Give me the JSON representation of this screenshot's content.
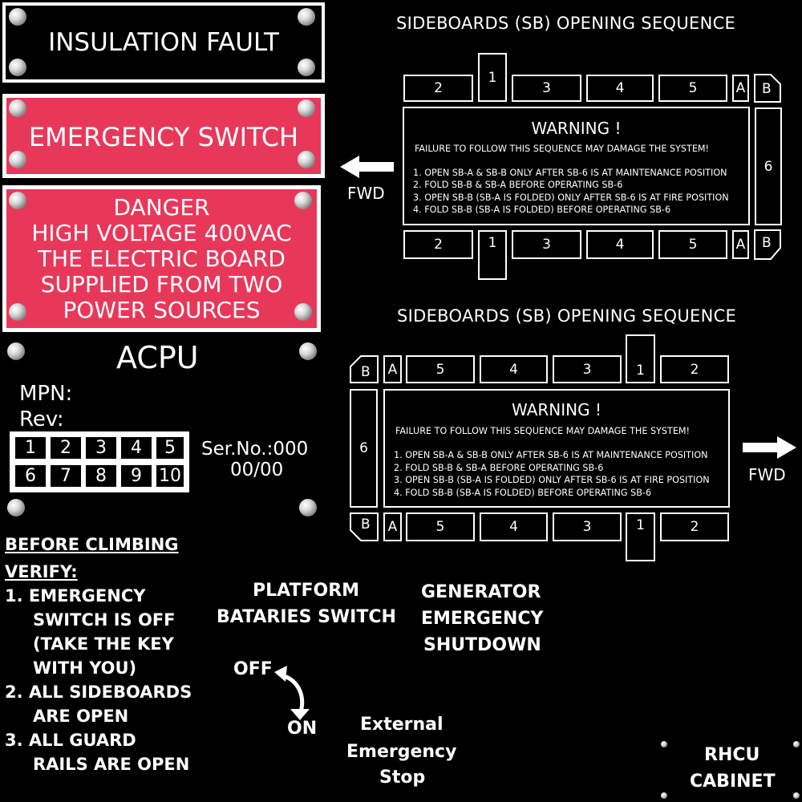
{
  "plates": {
    "insulation": "INSULATION FAULT",
    "emergency_switch": "EMERGENCY SWITCH",
    "danger_lines": [
      "DANGER",
      "HIGH VOLTAGE 400VAC",
      "THE ELECTRIC BOARD",
      "SUPPLIED FROM TWO",
      "POWER SOURCES"
    ]
  },
  "acpu": {
    "title": "ACPU",
    "mpn": "MPN:",
    "rev": "Rev:",
    "rev_cells": [
      "1",
      "2",
      "3",
      "4",
      "5",
      "6",
      "7",
      "8",
      "9",
      "10"
    ],
    "serial_line1": "Ser.No.:000",
    "serial_line2": "00/00"
  },
  "diagram_top": {
    "title": "SIDEBOARDS (SB) OPENING SEQUENCE",
    "top_row": [
      "2",
      "1",
      "3",
      "4",
      "5",
      "A",
      "B"
    ],
    "bottom_row": [
      "2",
      "1",
      "3",
      "4",
      "5",
      "A",
      "B"
    ],
    "side": "6",
    "warning_title": "WARNING !",
    "warning_lines": [
      "FAILURE TO FOLLOW THIS SEQUENCE MAY DAMAGE THE SYSTEM!",
      "1. OPEN SB-A & SB-B ONLY AFTER SB-6 IS AT MAINTENANCE POSITION",
      "2. FOLD SB-B & SB-A BEFORE OPERATING SB-6",
      "3. OPEN SB-B (SB-A IS FOLDED) ONLY AFTER SB-6 IS AT FIRE POSITION",
      "4. FOLD SB-B (SB-A IS FOLDED) BEFORE OPERATING SB-6"
    ],
    "fwd": "FWD"
  },
  "diagram_bottom": {
    "title": "SIDEBOARDS (SB) OPENING SEQUENCE",
    "top_row": [
      "B",
      "A",
      "5",
      "4",
      "3",
      "1",
      "2"
    ],
    "bottom_row": [
      "B",
      "A",
      "5",
      "4",
      "3",
      "1",
      "2"
    ],
    "side": "6",
    "warning_title": "WARNING !",
    "warning_lines": [
      "FAILURE TO FOLLOW THIS SEQUENCE MAY DAMAGE THE SYSTEM!",
      "1. OPEN SB-A & SB-B ONLY AFTER SB-6 IS AT MAINTENANCE POSITION",
      "2. FOLD SB-B & SB-A BEFORE OPERATING SB-6",
      "3. OPEN SB-B (SB-A IS FOLDED) ONLY AFTER SB-6 IS AT FIRE POSITION",
      "4. FOLD SB-B (SB-A IS FOLDED) BEFORE OPERATING SB-6"
    ],
    "fwd": "FWD"
  },
  "checklist": {
    "heading1": "BEFORE CLIMBING",
    "heading2": "VERIFY:",
    "lines": [
      "1.  EMERGENCY",
      "SWITCH IS OFF",
      "(TAKE THE KEY",
      "WITH YOU)",
      "2.  ALL SIDEBOARDS",
      "ARE OPEN",
      "3.  ALL GUARD",
      "RAILS ARE OPEN"
    ]
  },
  "switches": {
    "platform_line1": "PLATFORM",
    "platform_line2": "BATARIES SWITCH",
    "off": "OFF",
    "on": "ON",
    "generator_lines": [
      "GENERATOR",
      "EMERGENCY",
      "SHUTDOWN"
    ],
    "external_lines": [
      "External",
      "Emergency",
      "Stop"
    ]
  },
  "rhcu": {
    "line1": "RHCU",
    "line2": "CABINET"
  },
  "colors": {
    "background": "#000000",
    "danger_red": "#e8385a",
    "text": "#ffffff"
  }
}
